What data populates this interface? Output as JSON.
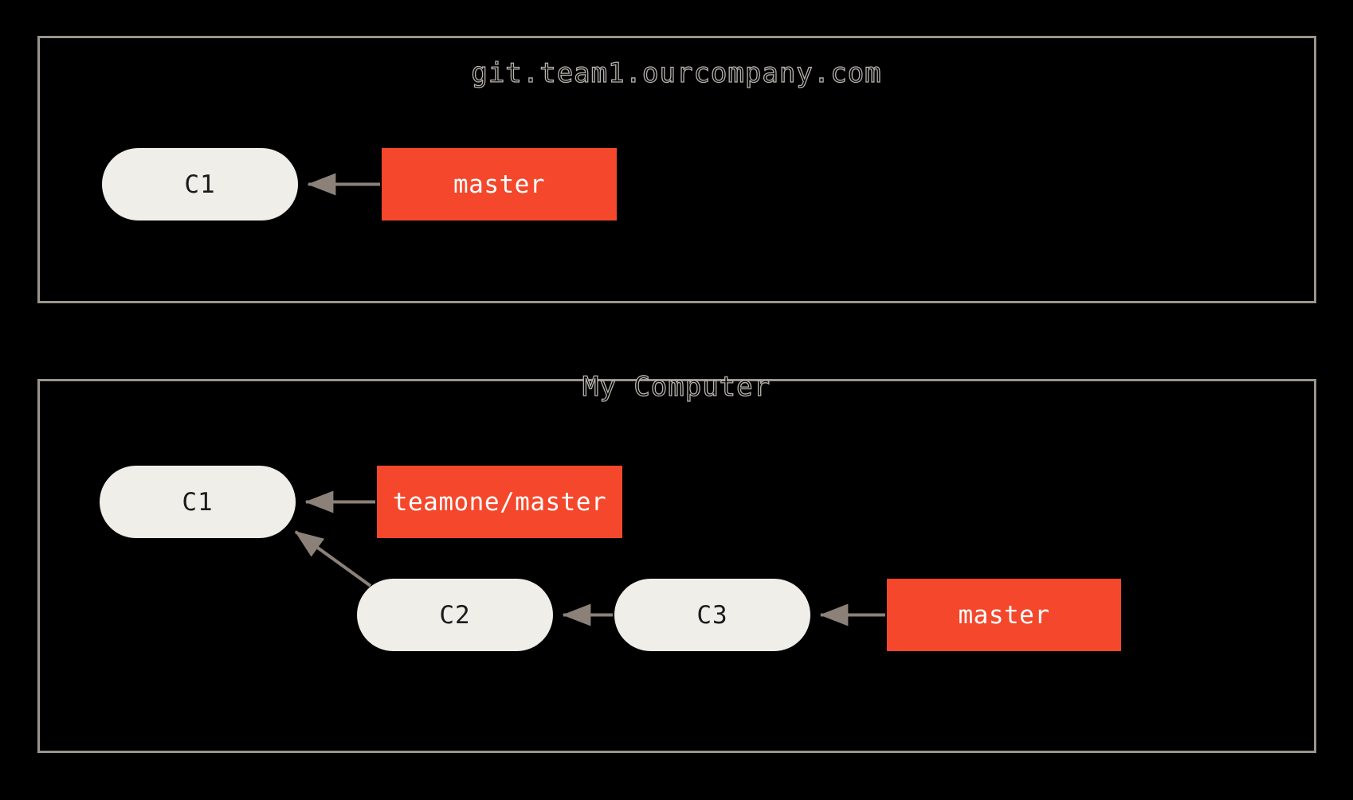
{
  "diagram": {
    "title": "Git remote tracking branches",
    "background_color": "#000000",
    "panel_border_color": "#9a948c",
    "commit_fill": "#efeee9",
    "commit_text_color": "#1b1b1b",
    "branch_fill": "#f4472b",
    "branch_text_color": "#ffffff",
    "arrow_color": "#8b8178"
  },
  "panels": [
    {
      "id": "remote",
      "title": "git.team1.ourcompany.com",
      "commits": [
        {
          "id": "c1",
          "label": "C1"
        }
      ],
      "branches": [
        {
          "id": "master",
          "label": "master"
        }
      ],
      "edges": [
        {
          "from": "master",
          "to": "c1",
          "kind": "points-to"
        }
      ]
    },
    {
      "id": "local",
      "title": "My Computer",
      "commits": [
        {
          "id": "c1",
          "label": "C1"
        },
        {
          "id": "c2",
          "label": "C2"
        },
        {
          "id": "c3",
          "label": "C3"
        }
      ],
      "branches": [
        {
          "id": "teamone-master",
          "label": "teamone/master"
        },
        {
          "id": "master",
          "label": "master"
        }
      ],
      "edges": [
        {
          "from": "teamone-master",
          "to": "c1",
          "kind": "points-to"
        },
        {
          "from": "c2",
          "to": "c1",
          "kind": "parent"
        },
        {
          "from": "c3",
          "to": "c2",
          "kind": "parent"
        },
        {
          "from": "master",
          "to": "c3",
          "kind": "points-to"
        }
      ]
    }
  ]
}
